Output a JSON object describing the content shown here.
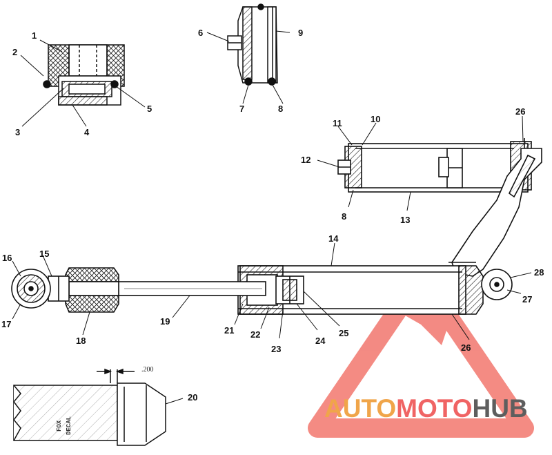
{
  "diagram": {
    "part_labels": [
      "1",
      "2",
      "3",
      "4",
      "5",
      "6",
      "7",
      "8",
      "9",
      "10",
      "11",
      "12",
      "8",
      "13",
      "14",
      "15",
      "16",
      "17",
      "18",
      "19",
      "20",
      "21",
      "22",
      "23",
      "24",
      "25",
      "26",
      "26",
      "27",
      "28"
    ],
    "dimension_label": ".200",
    "decal_text": [
      "FOX",
      "DECAL"
    ]
  },
  "watermark": {
    "part1": "AUTO",
    "part2": "MOTO",
    "part3": "HUB",
    "color1": "#f0a54a",
    "color2": "#f06464",
    "color3": "#5e5e5e",
    "logo_color": "#f0645a"
  },
  "colors": {
    "line": "#111111",
    "hatch": "#222222"
  }
}
